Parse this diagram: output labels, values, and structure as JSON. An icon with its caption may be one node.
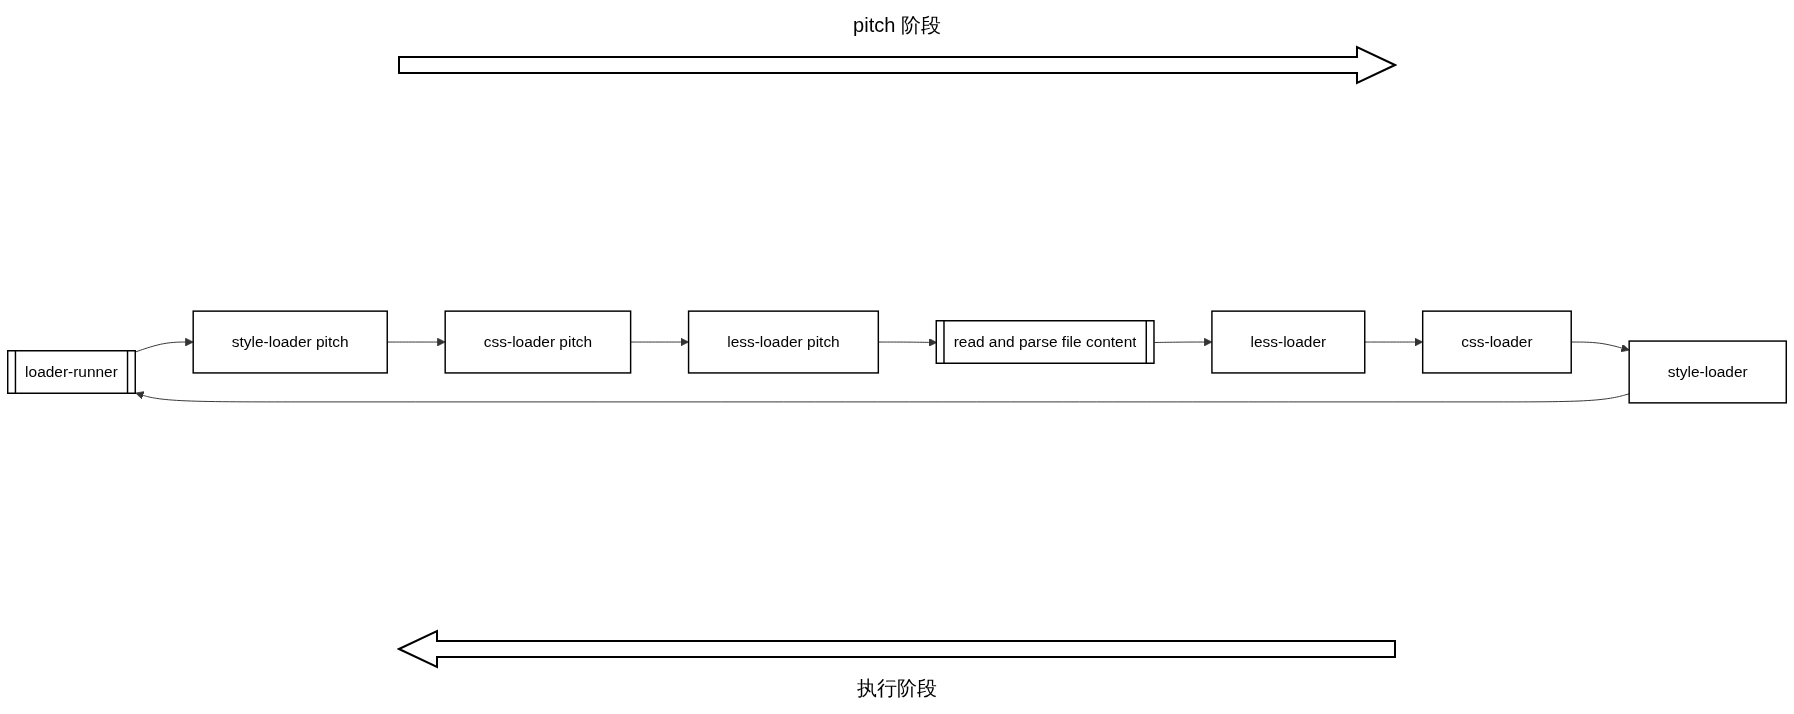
{
  "diagram": {
    "nodes": [
      {
        "text": [
          "loader-runner"
        ]
      },
      {
        "text": [
          "style-loader pitch"
        ]
      },
      {
        "text": [
          "css-loader pitch"
        ]
      },
      {
        "text": [
          "less-loader pitch"
        ]
      },
      {
        "text": [
          "read and parse file content"
        ]
      },
      {
        "text": [
          "style-loader"
        ]
      },
      {
        "text": [
          "css-loader"
        ]
      },
      {
        "text": [
          "less-loader"
        ]
      }
    ],
    "edges": [
      {
        "from": 0,
        "to": 1,
        "arrow": "to"
      },
      {
        "from": 1,
        "to": 2,
        "arrow": "to"
      },
      {
        "from": 2,
        "to": 3,
        "arrow": "to"
      },
      {
        "from": 3,
        "to": 4,
        "arrow": "to"
      },
      {
        "from": 4,
        "to": 7,
        "arrow": "to"
      },
      {
        "from": 7,
        "to": 6,
        "arrow": "to"
      },
      {
        "from": 6,
        "to": 5,
        "arrow": "to"
      },
      {
        "from": 5,
        "to": 0,
        "arrow": "to"
      }
    ],
    "labels": [
      "pitch 阶段",
      "执行阶段"
    ]
  }
}
